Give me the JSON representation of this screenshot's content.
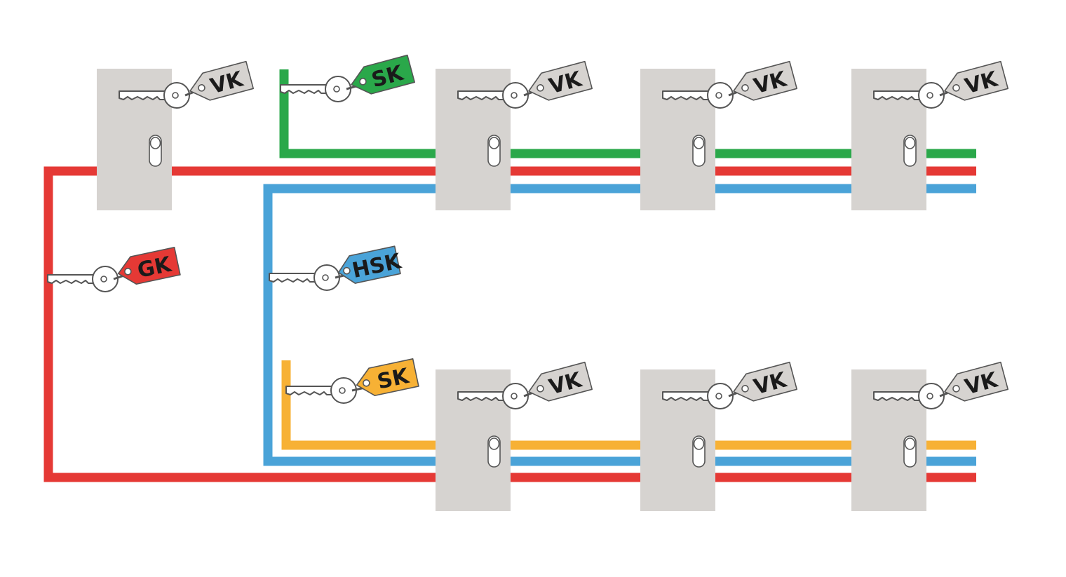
{
  "colors": {
    "red": "#e53935",
    "green": "#2aa84a",
    "blue": "#4aa3d8",
    "orange": "#f7b135",
    "door": "#d6d3d0",
    "tag_gray": "#d6d3d0",
    "key": "#ffffff",
    "outline": "#555555"
  },
  "tags": {
    "vk": "VK",
    "gk": "GK",
    "sk_green": "SK",
    "sk_orange": "SK",
    "hsk": "HSK"
  }
}
